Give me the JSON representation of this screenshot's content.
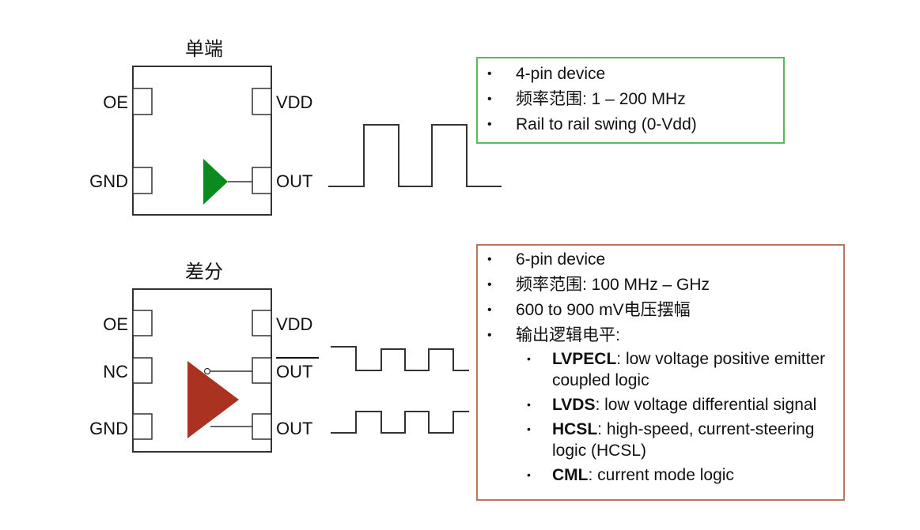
{
  "single": {
    "title": "单端",
    "pins": {
      "oe": "OE",
      "gnd": "GND",
      "vdd": "VDD",
      "out": "OUT"
    },
    "amp_color": "#0b8a1e",
    "box_color": "#5cb85c",
    "bullets": [
      "4-pin device",
      "频率范围: 1 – 200 MHz",
      "Rail to rail swing (0-Vdd)"
    ]
  },
  "differential": {
    "title": "差分",
    "pins": {
      "oe": "OE",
      "nc": "NC",
      "gnd": "GND",
      "vdd": "VDD",
      "out_bar": "OUT",
      "out": "OUT"
    },
    "amp_color": "#a93220",
    "box_color": "#b5785f",
    "bullets": [
      "6-pin device",
      "频率范围: 100 MHz – GHz",
      "600 to 900 mV电压摆幅",
      "输出逻辑电平:"
    ],
    "logic_levels": [
      {
        "name": "LVPECL",
        "desc": ": low voltage positive emitter coupled logic"
      },
      {
        "name": "LVDS",
        "desc": ": low voltage differential signal"
      },
      {
        "name": "HCSL",
        "desc": ": high-speed, current-steering logic (HCSL)"
      },
      {
        "name": "CML",
        "desc": ": current mode logic"
      }
    ]
  }
}
